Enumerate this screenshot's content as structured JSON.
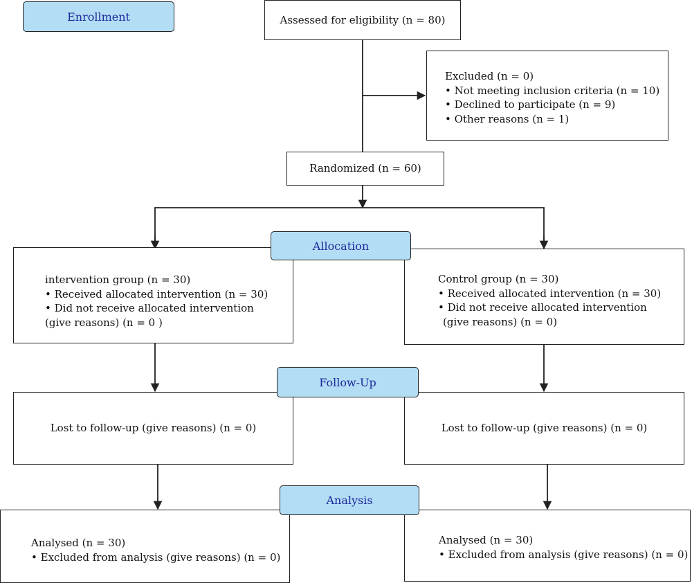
{
  "stages": {
    "enrollment": "Enrollment",
    "allocation": "Allocation",
    "followup": "Follow-Up",
    "analysis": "Analysis"
  },
  "colors": {
    "stage_fill": "#b3ddf5",
    "stage_text": "#1d2a9a",
    "line": "#222222"
  },
  "boxes": {
    "assessed": "Assessed for eligibility (n = 80)",
    "excluded": {
      "title": "Excluded (n = 0)",
      "items": [
        "Not meeting inclusion criteria (n = 10)",
        "Declined to participate (n = 9)",
        "Other reasons (n = 1)"
      ]
    },
    "randomized": "Randomized (n = 60)",
    "intervention": {
      "title": "intervention group (n = 30)",
      "items": [
        "Received allocated intervention (n = 30)",
        "Did not receive allocated intervention"
      ],
      "reason": "(give reasons) (n = 0 )"
    },
    "control": {
      "title": "Control group (n = 30)",
      "items": [
        "Received allocated intervention (n = 30)",
        "Did not receive allocated intervention"
      ],
      "reason": "(give reasons) (n = 0)"
    },
    "lost_left": "Lost to follow-up (give reasons) (n = 0)",
    "lost_right": "Lost to follow-up (give reasons) (n = 0)",
    "analysed_left": {
      "title": "Analysed (n = 30)",
      "items": [
        "Excluded from analysis (give reasons) (n = 0)"
      ]
    },
    "analysed_right": {
      "title": "Analysed (n = 30)",
      "items": [
        "Excluded from analysis (give reasons) (n = 0)"
      ]
    }
  }
}
